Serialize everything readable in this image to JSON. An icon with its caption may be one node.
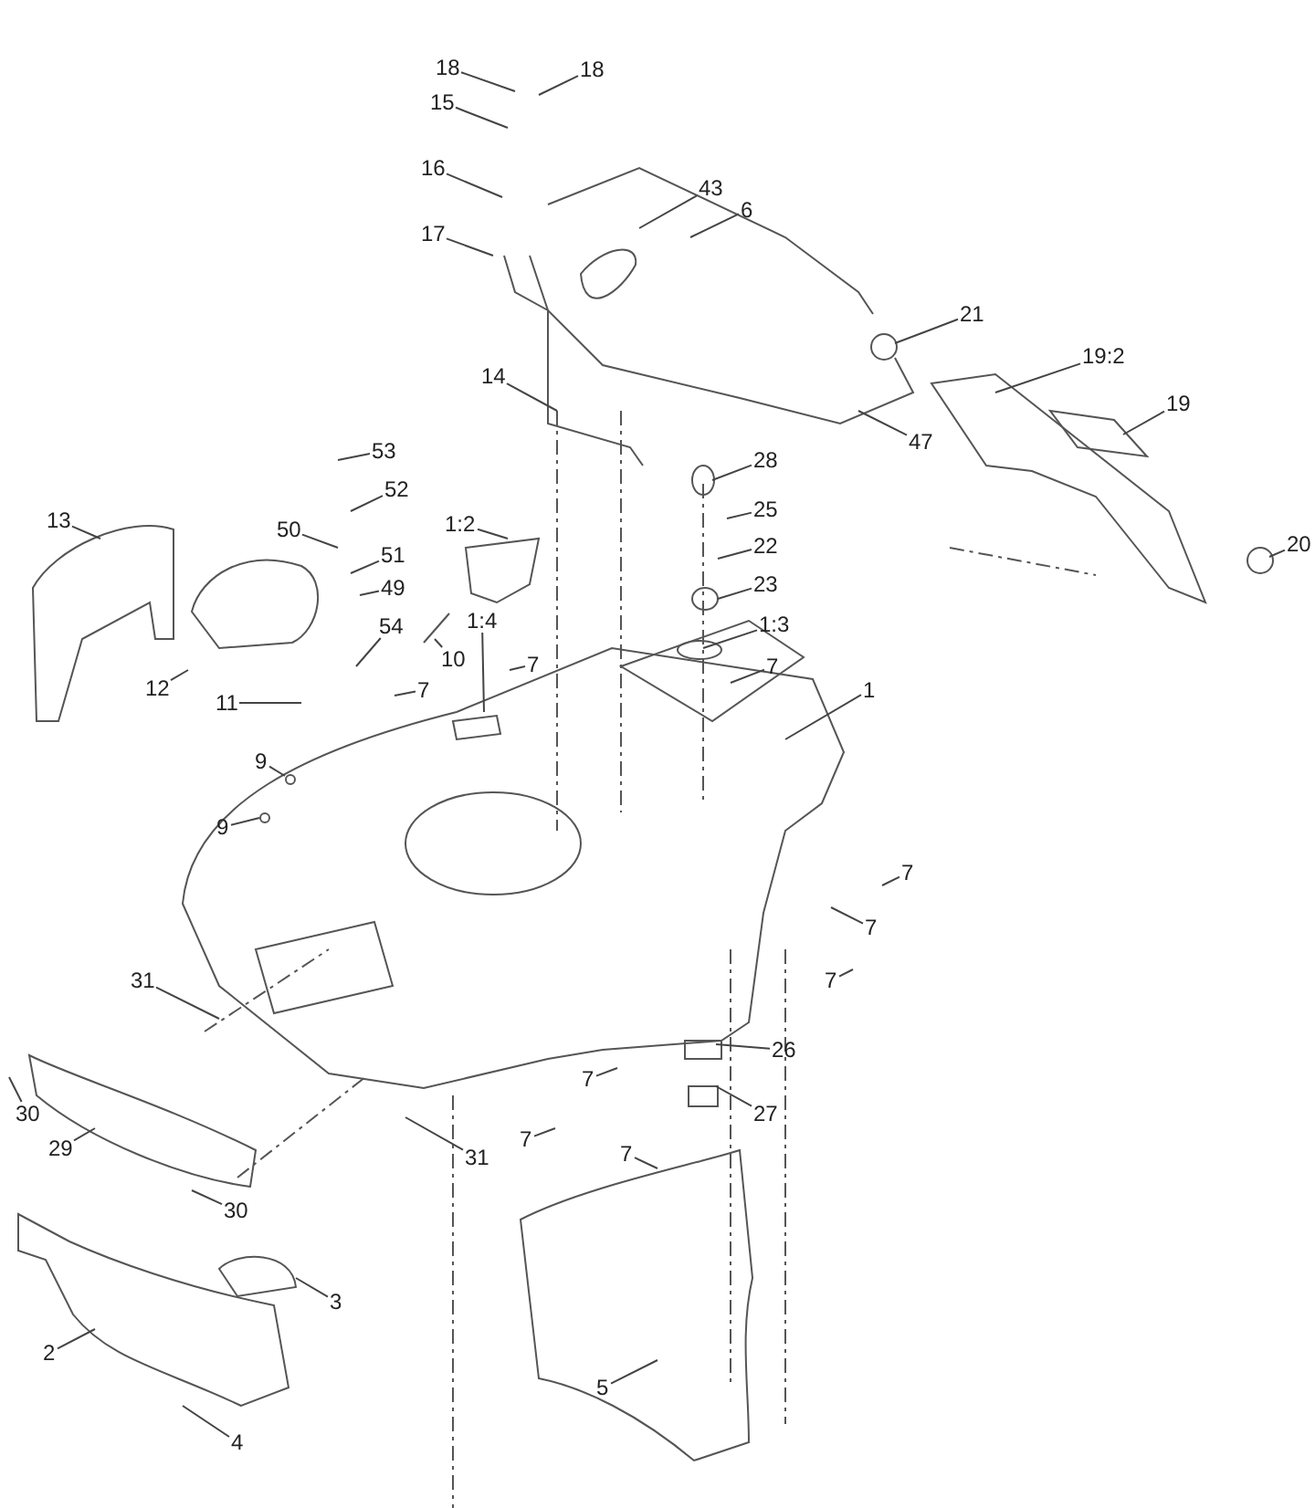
{
  "diagram": {
    "nodes": [
      {
        "text": [
          "18"
        ]
      },
      {
        "text": [
          "18"
        ]
      },
      {
        "text": [
          "15"
        ]
      },
      {
        "text": [
          "16"
        ]
      },
      {
        "text": [
          "17"
        ]
      },
      {
        "text": [
          "43"
        ]
      },
      {
        "text": [
          "6"
        ]
      },
      {
        "text": [
          "21"
        ]
      },
      {
        "text": [
          "19:2"
        ]
      },
      {
        "text": [
          "19"
        ]
      },
      {
        "text": [
          "47"
        ]
      },
      {
        "text": [
          "14"
        ]
      },
      {
        "text": [
          "28"
        ]
      },
      {
        "text": [
          "25"
        ]
      },
      {
        "text": [
          "22"
        ]
      },
      {
        "text": [
          "23"
        ]
      },
      {
        "text": [
          "1:3"
        ]
      },
      {
        "text": [
          "7"
        ]
      },
      {
        "text": [
          "1"
        ]
      },
      {
        "text": [
          "20"
        ]
      },
      {
        "text": [
          "53"
        ]
      },
      {
        "text": [
          "52"
        ]
      },
      {
        "text": [
          "50"
        ]
      },
      {
        "text": [
          "51"
        ]
      },
      {
        "text": [
          "49"
        ]
      },
      {
        "text": [
          "54"
        ]
      },
      {
        "text": [
          "10"
        ]
      },
      {
        "text": [
          "1:2"
        ]
      },
      {
        "text": [
          "1:4"
        ]
      },
      {
        "text": [
          "7"
        ]
      },
      {
        "text": [
          "7"
        ]
      },
      {
        "text": [
          "13"
        ]
      },
      {
        "text": [
          "12"
        ]
      },
      {
        "text": [
          "11"
        ]
      },
      {
        "text": [
          "9"
        ]
      },
      {
        "text": [
          "9"
        ]
      },
      {
        "text": [
          "7"
        ]
      },
      {
        "text": [
          "7"
        ]
      },
      {
        "text": [
          "7"
        ]
      },
      {
        "text": [
          "31"
        ]
      },
      {
        "text": [
          "7"
        ]
      },
      {
        "text": [
          "26"
        ]
      },
      {
        "text": [
          "27"
        ]
      },
      {
        "text": [
          "7"
        ]
      },
      {
        "text": [
          "31"
        ]
      },
      {
        "text": [
          "7"
        ]
      },
      {
        "text": [
          "30"
        ]
      },
      {
        "text": [
          "29"
        ]
      },
      {
        "text": [
          "30"
        ]
      },
      {
        "text": [
          "3"
        ]
      },
      {
        "text": [
          "2"
        ]
      },
      {
        "text": [
          "4"
        ]
      },
      {
        "text": [
          "5"
        ]
      }
    ],
    "edges": [
      {
        "from": 0,
        "to": null,
        "arrow": "none"
      },
      {
        "from": 1,
        "to": null,
        "arrow": "none"
      },
      {
        "from": 2,
        "to": null,
        "arrow": "none"
      },
      {
        "from": 3,
        "to": null,
        "arrow": "none"
      },
      {
        "from": 4,
        "to": null,
        "arrow": "none"
      },
      {
        "from": 5,
        "to": null,
        "arrow": "none"
      },
      {
        "from": 6,
        "to": null,
        "arrow": "none"
      },
      {
        "from": 7,
        "to": null,
        "arrow": "none"
      },
      {
        "from": 8,
        "to": null,
        "arrow": "none"
      },
      {
        "from": 9,
        "to": null,
        "arrow": "none"
      },
      {
        "from": 10,
        "to": null,
        "arrow": "none"
      },
      {
        "from": 11,
        "to": null,
        "arrow": "none"
      },
      {
        "from": 12,
        "to": null,
        "arrow": "none"
      },
      {
        "from": 13,
        "to": null,
        "arrow": "none"
      },
      {
        "from": 14,
        "to": null,
        "arrow": "none"
      },
      {
        "from": 15,
        "to": null,
        "arrow": "none"
      },
      {
        "from": 16,
        "to": null,
        "arrow": "none"
      },
      {
        "from": 17,
        "to": null,
        "arrow": "none"
      },
      {
        "from": 18,
        "to": null,
        "arrow": "none"
      },
      {
        "from": 19,
        "to": null,
        "arrow": "none"
      },
      {
        "from": 20,
        "to": null,
        "arrow": "none"
      },
      {
        "from": 21,
        "to": null,
        "arrow": "none"
      },
      {
        "from": 22,
        "to": null,
        "arrow": "none"
      },
      {
        "from": 23,
        "to": null,
        "arrow": "none"
      },
      {
        "from": 24,
        "to": null,
        "arrow": "none"
      },
      {
        "from": 25,
        "to": null,
        "arrow": "none"
      },
      {
        "from": 26,
        "to": null,
        "arrow": "none"
      },
      {
        "from": 27,
        "to": null,
        "arrow": "none"
      },
      {
        "from": 28,
        "to": null,
        "arrow": "none"
      },
      {
        "from": 29,
        "to": null,
        "arrow": "none"
      },
      {
        "from": 30,
        "to": null,
        "arrow": "none"
      },
      {
        "from": 31,
        "to": null,
        "arrow": "none"
      },
      {
        "from": 32,
        "to": null,
        "arrow": "none"
      },
      {
        "from": 33,
        "to": null,
        "arrow": "none"
      },
      {
        "from": 34,
        "to": null,
        "arrow": "none"
      },
      {
        "from": 35,
        "to": null,
        "arrow": "none"
      },
      {
        "from": 36,
        "to": null,
        "arrow": "none"
      },
      {
        "from": 37,
        "to": null,
        "arrow": "none"
      },
      {
        "from": 38,
        "to": null,
        "arrow": "none"
      },
      {
        "from": 39,
        "to": null,
        "arrow": "none"
      },
      {
        "from": 40,
        "to": null,
        "arrow": "none"
      },
      {
        "from": 41,
        "to": null,
        "arrow": "none"
      },
      {
        "from": 42,
        "to": null,
        "arrow": "none"
      },
      {
        "from": 43,
        "to": null,
        "arrow": "none"
      },
      {
        "from": 44,
        "to": null,
        "arrow": "none"
      },
      {
        "from": 45,
        "to": null,
        "arrow": "none"
      },
      {
        "from": 46,
        "to": null,
        "arrow": "none"
      },
      {
        "from": 47,
        "to": null,
        "arrow": "none"
      },
      {
        "from": 48,
        "to": null,
        "arrow": "none"
      },
      {
        "from": 49,
        "to": null,
        "arrow": "none"
      },
      {
        "from": 50,
        "to": null,
        "arrow": "none"
      },
      {
        "from": 51,
        "to": null,
        "arrow": "none"
      },
      {
        "from": 52,
        "to": null,
        "arrow": "none"
      }
    ]
  }
}
